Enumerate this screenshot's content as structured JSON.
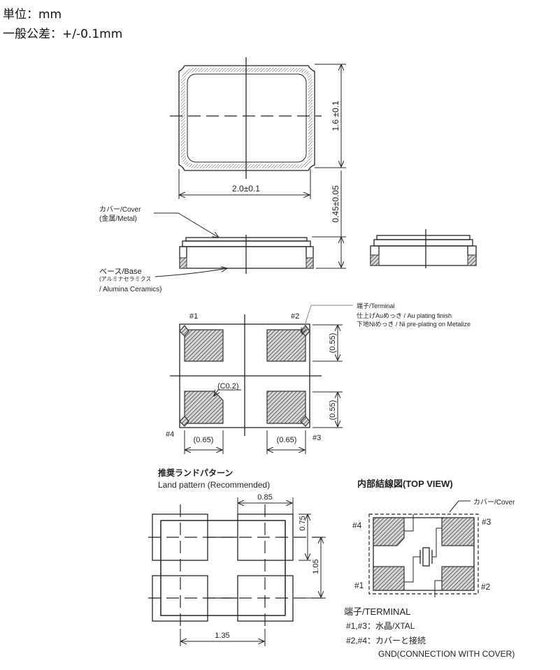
{
  "header": {
    "unit_line": "単位：mm",
    "tolerance_line": "一般公差：+/-0.1mm"
  },
  "top_view": {
    "width_dim": "2.0±0.1",
    "height_dim": "1.6 ±0.1"
  },
  "side_view": {
    "height_dim": "0.45±0.05",
    "cover_label_1": "カバー/Cover",
    "cover_label_2": "(金属/Metal)",
    "base_label_1": "ベース/Base",
    "base_label_2": "(アルミナセラミクス",
    "base_label_3": "/ Alumina Ceramics)"
  },
  "bottom_view": {
    "pin1": "#1",
    "pin2": "#2",
    "pin3": "#3",
    "pin4": "#4",
    "chamfer": "(C0.2)",
    "pad_height_top": "(0.55)",
    "pad_height_bottom": "(0.55)",
    "pad_width_left": "(0.65)",
    "pad_width_right": "(0.65)",
    "terminal_label_1": "端子/Terminal",
    "terminal_label_2": "仕上げAuめっき / Au plating finish",
    "terminal_label_3": "下地Niめっき / Ni pre-plating on Metalize"
  },
  "land_pattern": {
    "title_jp": "推奨ランドパターン",
    "title_en": "Land pattern (Recommended)",
    "pad_width": "0.85",
    "pad_height": "0.75",
    "pitch_y": "1.05",
    "pitch_x": "1.35"
  },
  "internal": {
    "title": "内部結線図(TOP VIEW)",
    "cover_label": "カバー/Cover",
    "pin1": "#1",
    "pin2": "#2",
    "pin3": "#3",
    "pin4": "#4",
    "terminal_heading": "端子/TERMINAL",
    "line_13": "#1,#3：水晶/XTAL",
    "line_24": "#2,#4：カバーと接続",
    "line_gnd": "GND(CONNECTION WITH COVER)"
  }
}
